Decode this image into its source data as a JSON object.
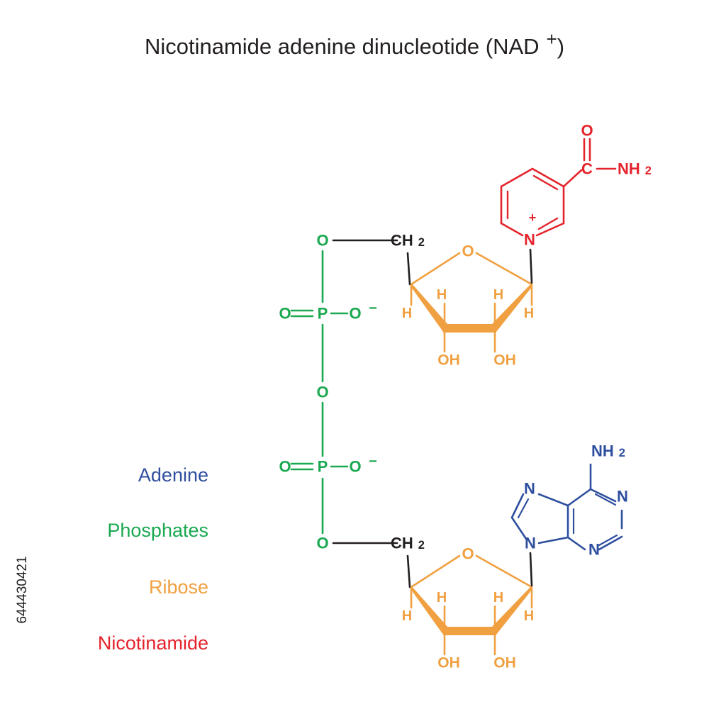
{
  "title": {
    "text": "Nicotinamide adenine dinucleotide (NAD",
    "charge": "+",
    "close": ")"
  },
  "legend": [
    {
      "label": "Adenine",
      "color": "#2e4e9e"
    },
    {
      "label": "Phosphates",
      "color": "#1aa850"
    },
    {
      "label": "Ribose",
      "color": "#f0a040"
    },
    {
      "label": "Nicotinamide",
      "color": "#e4232c"
    }
  ],
  "watermark_id": "644430421",
  "colors": {
    "black": "#231f20",
    "phosphate": "#1aa850",
    "ribose": "#f0a040",
    "nicotinamide": "#e4232c",
    "adenine": "#2e4e9e"
  },
  "atoms": {
    "oxygen": "O",
    "phosphorus": "P",
    "carbon": "C",
    "nitrogen": "N",
    "hydrogen": "H",
    "hydroxyl": "OH",
    "ch2": "CH",
    "nh2": "NH",
    "sub2": "2",
    "minus": "−",
    "plus": "+"
  }
}
